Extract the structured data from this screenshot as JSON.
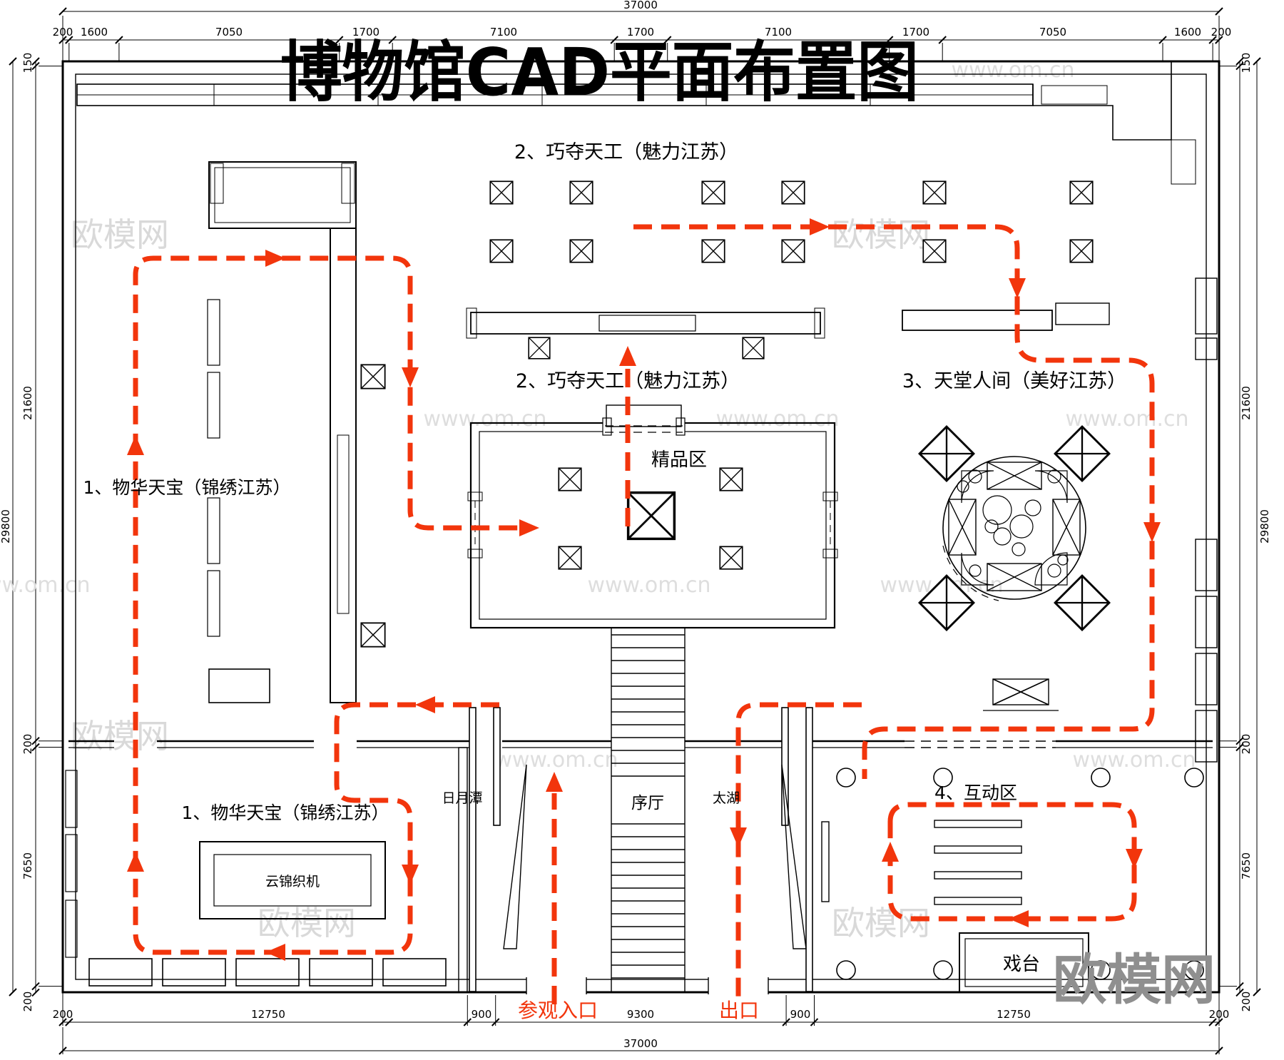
{
  "title": "博物馆CAD平面布置图",
  "watermarks": {
    "brand": "欧模网",
    "url": "www.om.cn"
  },
  "dimensions": {
    "top": {
      "total": "37000",
      "segments": [
        "200",
        "1600",
        "7050",
        "1700",
        "7100",
        "1700",
        "7100",
        "1700",
        "7050",
        "1600",
        "200"
      ]
    },
    "bottom": {
      "total": "37000",
      "segments": [
        "200",
        "12750",
        "900",
        "9300",
        "900",
        "12750",
        "200"
      ]
    },
    "left": {
      "total": "29800",
      "segments": [
        "150",
        "21600",
        "200",
        "7650",
        "200"
      ]
    },
    "right": {
      "total": "29800",
      "segments": [
        "150",
        "21600",
        "200",
        "7650",
        "200"
      ]
    }
  },
  "zones": {
    "zone1_upper": "1、物华天宝（锦绣江苏）",
    "zone1_lower": "1、物华天宝（锦绣江苏）",
    "zone2_upper": "2、巧夺天工（魅力江苏）",
    "zone2_mid": "2、巧夺天工（魅力江苏）",
    "zone3": "3、天堂人间（美好江苏）",
    "zone4": "4、互动区"
  },
  "rooms": {
    "boutique": "精品区",
    "lobby": "序厅",
    "sun_moon_lake": "日月潭",
    "tai_lake": "太湖",
    "loom": "云锦织机",
    "stage": "戏台"
  },
  "circulation": {
    "entrance": "参观入口",
    "exit": "出口"
  },
  "colors": {
    "route": "#f2350c",
    "line": "#000000"
  }
}
